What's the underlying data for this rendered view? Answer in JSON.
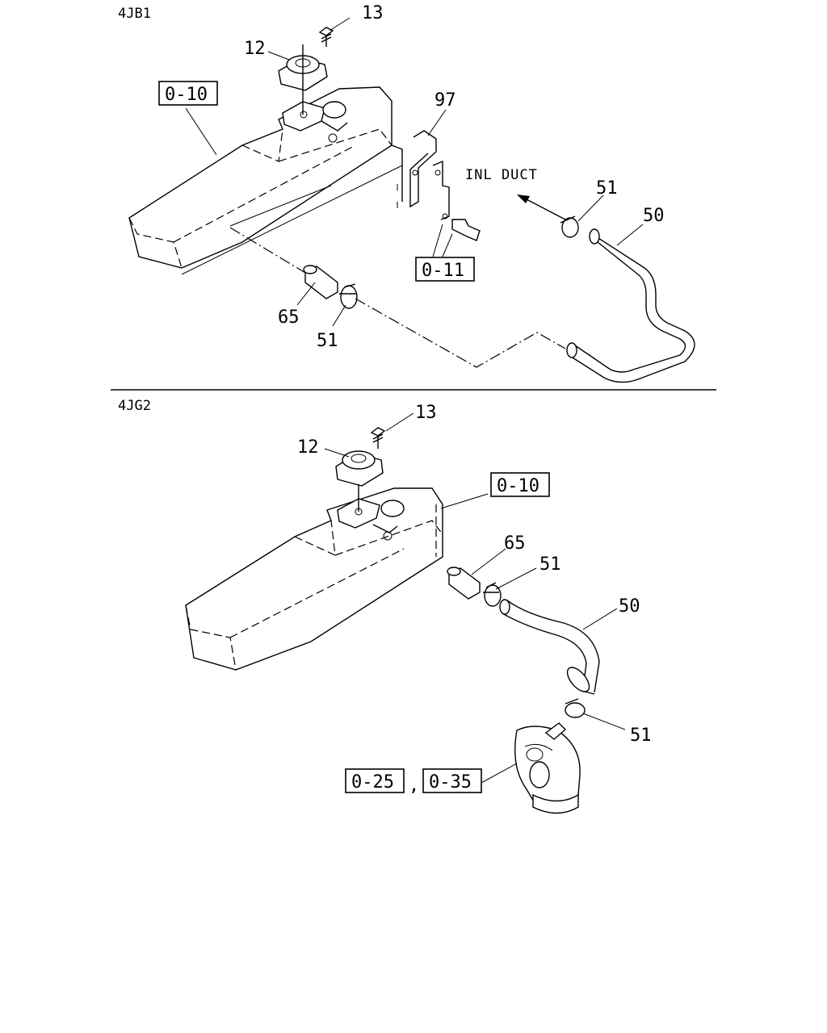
{
  "sections": [
    {
      "engine": "4JB1",
      "callouts": [
        "13",
        "12",
        "97",
        "51",
        "50",
        "65",
        "51"
      ],
      "refs": [
        "0-10",
        "0-11"
      ],
      "note": "INL DUCT"
    },
    {
      "engine": "4JG2",
      "callouts": [
        "13",
        "12",
        "65",
        "51",
        "50",
        "51"
      ],
      "refs": [
        "0-10",
        "0-25",
        "0-35"
      ],
      "ref_separator": ","
    }
  ]
}
